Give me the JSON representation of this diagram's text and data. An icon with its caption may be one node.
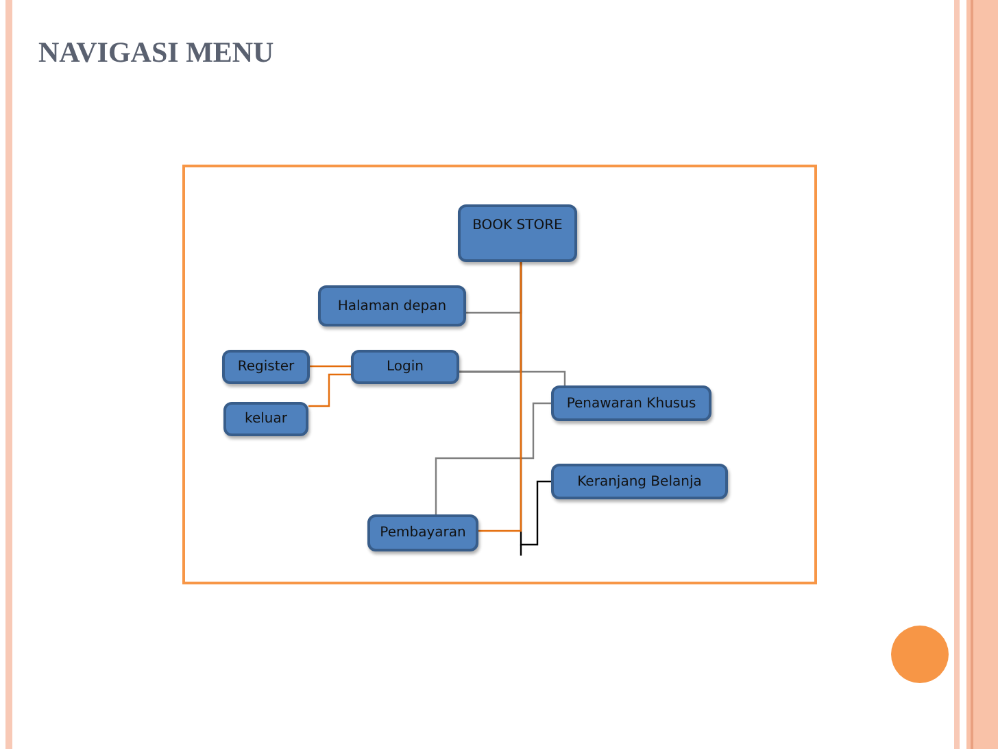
{
  "diagram": {
    "title": "NAVIGASI MENU",
    "nodes": [
      {
        "text": [
          "BOOK STORE"
        ]
      },
      {
        "text": [
          "Halaman depan"
        ]
      },
      {
        "text": [
          "Register"
        ]
      },
      {
        "text": [
          "Login"
        ]
      },
      {
        "text": [
          "keluar"
        ]
      },
      {
        "text": [
          "Penawaran Khusus"
        ]
      },
      {
        "text": [
          "Keranjang Belanja"
        ]
      },
      {
        "text": [
          "Pembayaran"
        ]
      }
    ],
    "edges": [
      {
        "from": 0,
        "to": 1,
        "arrow": "none",
        "color": "#7f7f7f"
      },
      {
        "from": 0,
        "to": 3,
        "arrow": "none",
        "color": "#000000"
      },
      {
        "from": 3,
        "to": 5,
        "arrow": "none",
        "color": "#7f7f7f"
      },
      {
        "from": 7,
        "to": 5,
        "arrow": "none",
        "color": "#7f7f7f"
      },
      {
        "from": 0,
        "to": 6,
        "arrow": "none",
        "color": "#000000"
      },
      {
        "from": 0,
        "to": 7,
        "arrow": "none",
        "color": "#e46c0a"
      },
      {
        "from": 3,
        "to": 2,
        "arrow": "none",
        "color": "#e46c0a"
      },
      {
        "from": 3,
        "to": 4,
        "arrow": "none",
        "color": "#e46c0a"
      }
    ]
  }
}
